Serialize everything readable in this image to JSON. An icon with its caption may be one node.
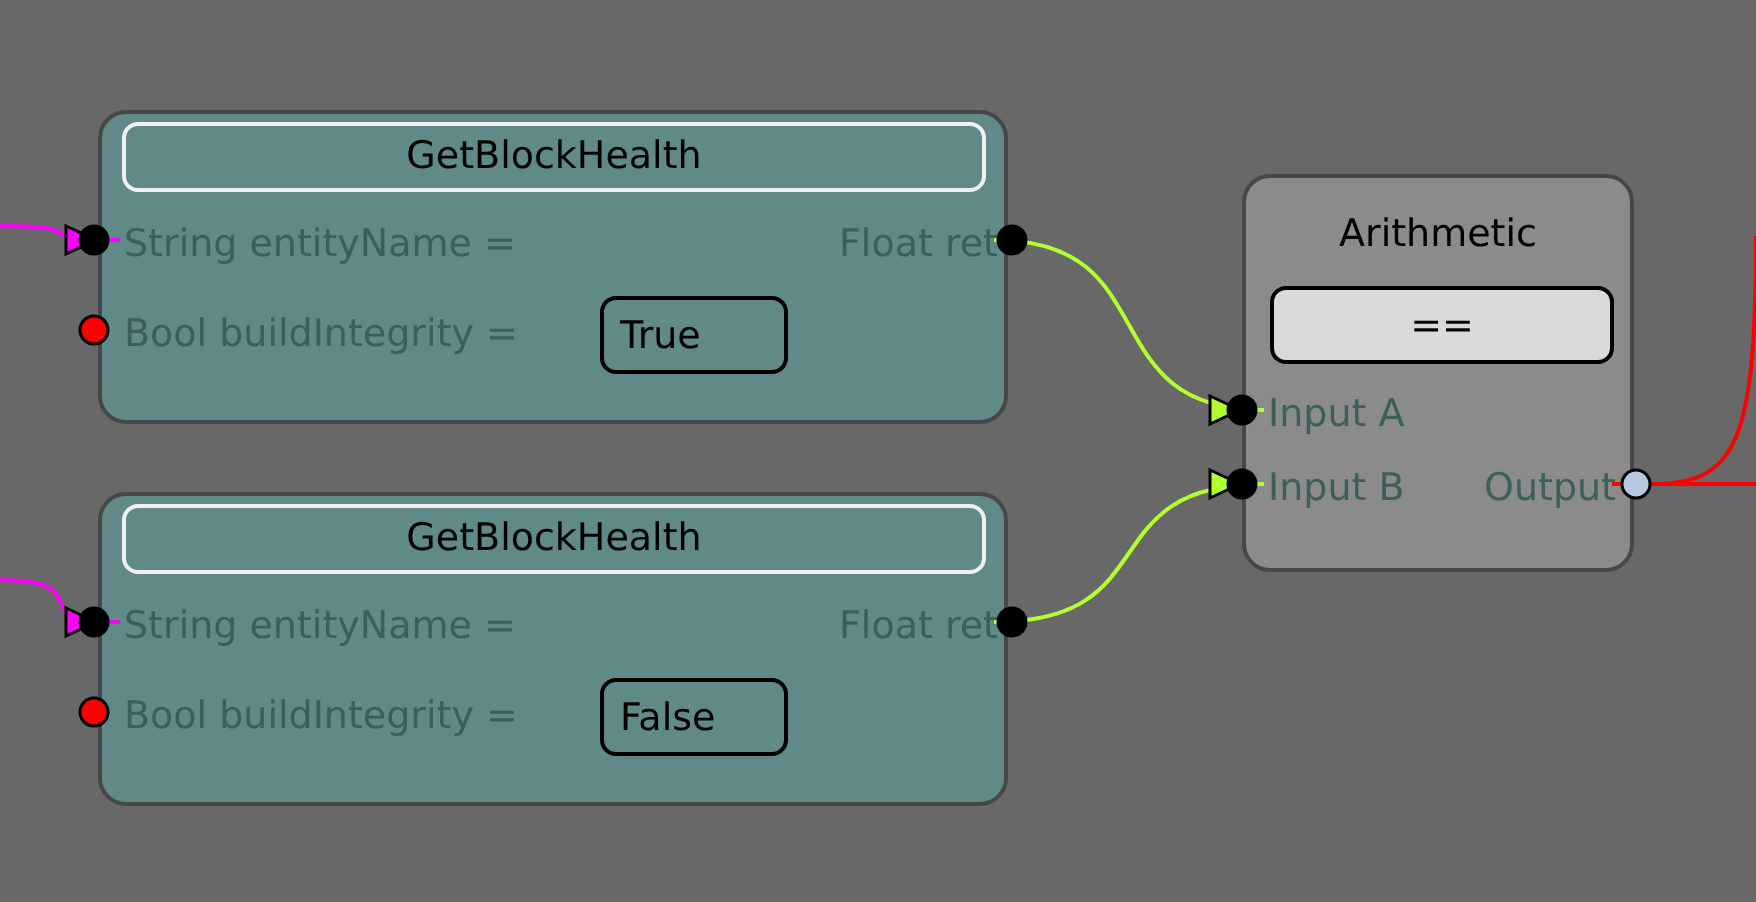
{
  "diagram": {
    "nodes": [
      {
        "text": [
          "GetBlockHealth"
        ]
      },
      {
        "text": [
          "String entityName ="
        ],
        "in": 0
      },
      {
        "text": [
          "Bool buildIntegrity ="
        ],
        "in": 0
      },
      {
        "text": [
          "True"
        ],
        "in": 0
      },
      {
        "text": [
          "Float ret"
        ],
        "in": 0
      },
      {
        "text": [
          "GetBlockHealth"
        ]
      },
      {
        "text": [
          "String entityName ="
        ],
        "in": 5
      },
      {
        "text": [
          "Bool buildIntegrity ="
        ],
        "in": 5
      },
      {
        "text": [
          "False"
        ],
        "in": 5
      },
      {
        "text": [
          "Float ret"
        ],
        "in": 5
      },
      {
        "text": [
          "Arithmetic"
        ]
      },
      {
        "text": [
          "=="
        ],
        "in": 10
      },
      {
        "text": [
          "Input A"
        ],
        "in": 10
      },
      {
        "text": [
          "Input B"
        ],
        "in": 10
      },
      {
        "text": [
          "Output"
        ],
        "in": 10
      }
    ],
    "edges": [
      {
        "from": null,
        "to": 1,
        "arrow": "to",
        "color": "#ff00ff"
      },
      {
        "from": null,
        "to": 6,
        "arrow": "to",
        "color": "#ff00ff"
      },
      {
        "from": 4,
        "to": 12,
        "arrow": "to",
        "color": "#b2ff2e"
      },
      {
        "from": 9,
        "to": 13,
        "arrow": "to",
        "color": "#b2ff2e"
      },
      {
        "from": 14,
        "to": null,
        "arrow": "none",
        "color": "#ff0000"
      },
      {
        "from": 14,
        "to": null,
        "arrow": "none",
        "color": "#ff0000"
      }
    ]
  }
}
